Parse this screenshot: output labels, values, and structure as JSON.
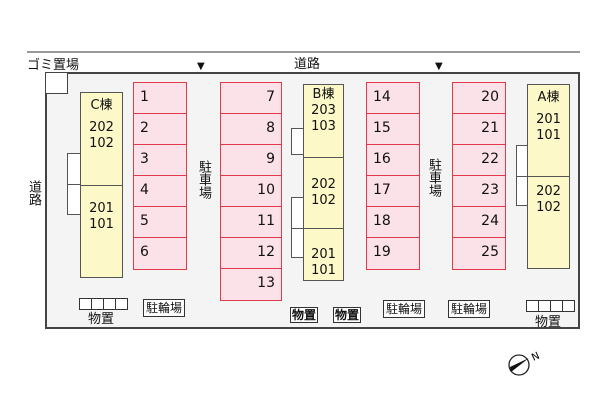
{
  "labels": {
    "garbage": "ゴミ置場",
    "road_top": "道路",
    "road_left": "道路",
    "parking": "駐車場",
    "storage": "物置",
    "bike": "駐輪場"
  },
  "buildings": {
    "C": {
      "name": "C棟",
      "upper": [
        "202",
        "102"
      ],
      "lower": [
        "201",
        "101"
      ]
    },
    "B": {
      "name": "B棟",
      "top": [
        "203",
        "103"
      ],
      "middle": [
        "202",
        "102"
      ],
      "bottom": [
        "201",
        "101"
      ]
    },
    "A": {
      "name": "A棟",
      "upper": [
        "201",
        "101"
      ],
      "lower": [
        "202",
        "102"
      ]
    }
  },
  "parking_columns": [
    [
      "1",
      "2",
      "3",
      "4",
      "5",
      "6"
    ],
    [
      "7",
      "8",
      "9",
      "10",
      "11",
      "12",
      "13"
    ],
    [
      "14",
      "15",
      "16",
      "17",
      "18",
      "19"
    ],
    [
      "20",
      "21",
      "22",
      "23",
      "24",
      "25"
    ]
  ],
  "arrow": "▼",
  "compass": "N",
  "colors": {
    "parking_fill": "#fbe1e8",
    "parking_border": "#e23a4a",
    "building_fill": "#fdf8c8"
  }
}
